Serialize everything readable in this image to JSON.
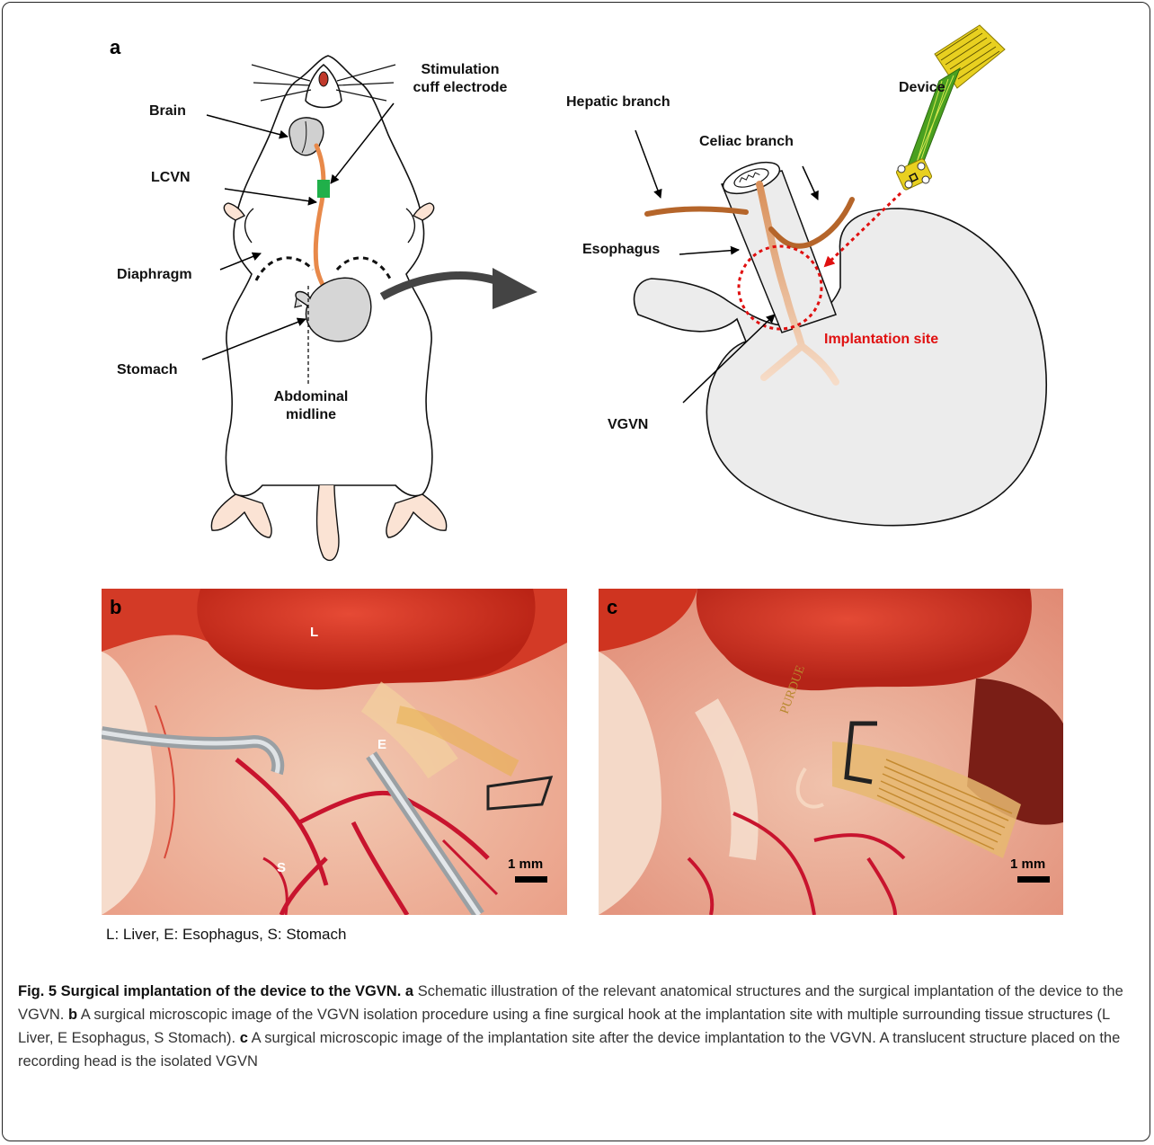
{
  "panel_a": {
    "letter": "a",
    "labels": {
      "stimulation_cuff": "Stimulation\ncuff electrode",
      "brain": "Brain",
      "lcvn": "LCVN",
      "diaphragm": "Diaphragm",
      "stomach": "Stomach",
      "abdominal_midline": "Abdominal\nmidline",
      "hepatic_branch": "Hepatic branch",
      "celiac_branch": "Celiac branch",
      "device": "Device",
      "esophagus": "Esophagus",
      "implantation_site": "Implantation site",
      "vgvn": "VGVN"
    }
  },
  "panel_b": {
    "letter": "b",
    "tissue_labels": {
      "L": "L",
      "E": "E",
      "S": "S"
    },
    "scale": "1 mm"
  },
  "panel_c": {
    "letter": "c",
    "scale": "1 mm"
  },
  "abbreviations": "L: Liver, E: Esophagus, S: Stomach",
  "caption": {
    "title": "Fig. 5 Surgical implantation of the device to the VGVN.",
    "a_label": "a",
    "a_text": "Schematic illustration of the relevant anatomical structures and the surgical implantation of the device to the VGVN.",
    "b_label": "b",
    "b_text": "A surgical microscopic image of the VGVN isolation procedure using a fine surgical hook at the implantation site with multiple surrounding tissue structures (L Liver, E Esophagus, S Stomach).",
    "c_label": "c",
    "c_text": "A surgical microscopic image of the implantation site after the device implantation to the VGVN. A translucent structure placed on the recording head is the isolated VGVN"
  },
  "colors": {
    "nerve_orange": "#e8894a",
    "nerve_brown": "#b5652a",
    "cuff_green": "#20b04a",
    "organ_gray": "#d9d9d9",
    "implant_red": "#e01010",
    "device_yellow": "#e8d020",
    "device_green": "#4aa020",
    "tissue_red": "#d8321e"
  }
}
